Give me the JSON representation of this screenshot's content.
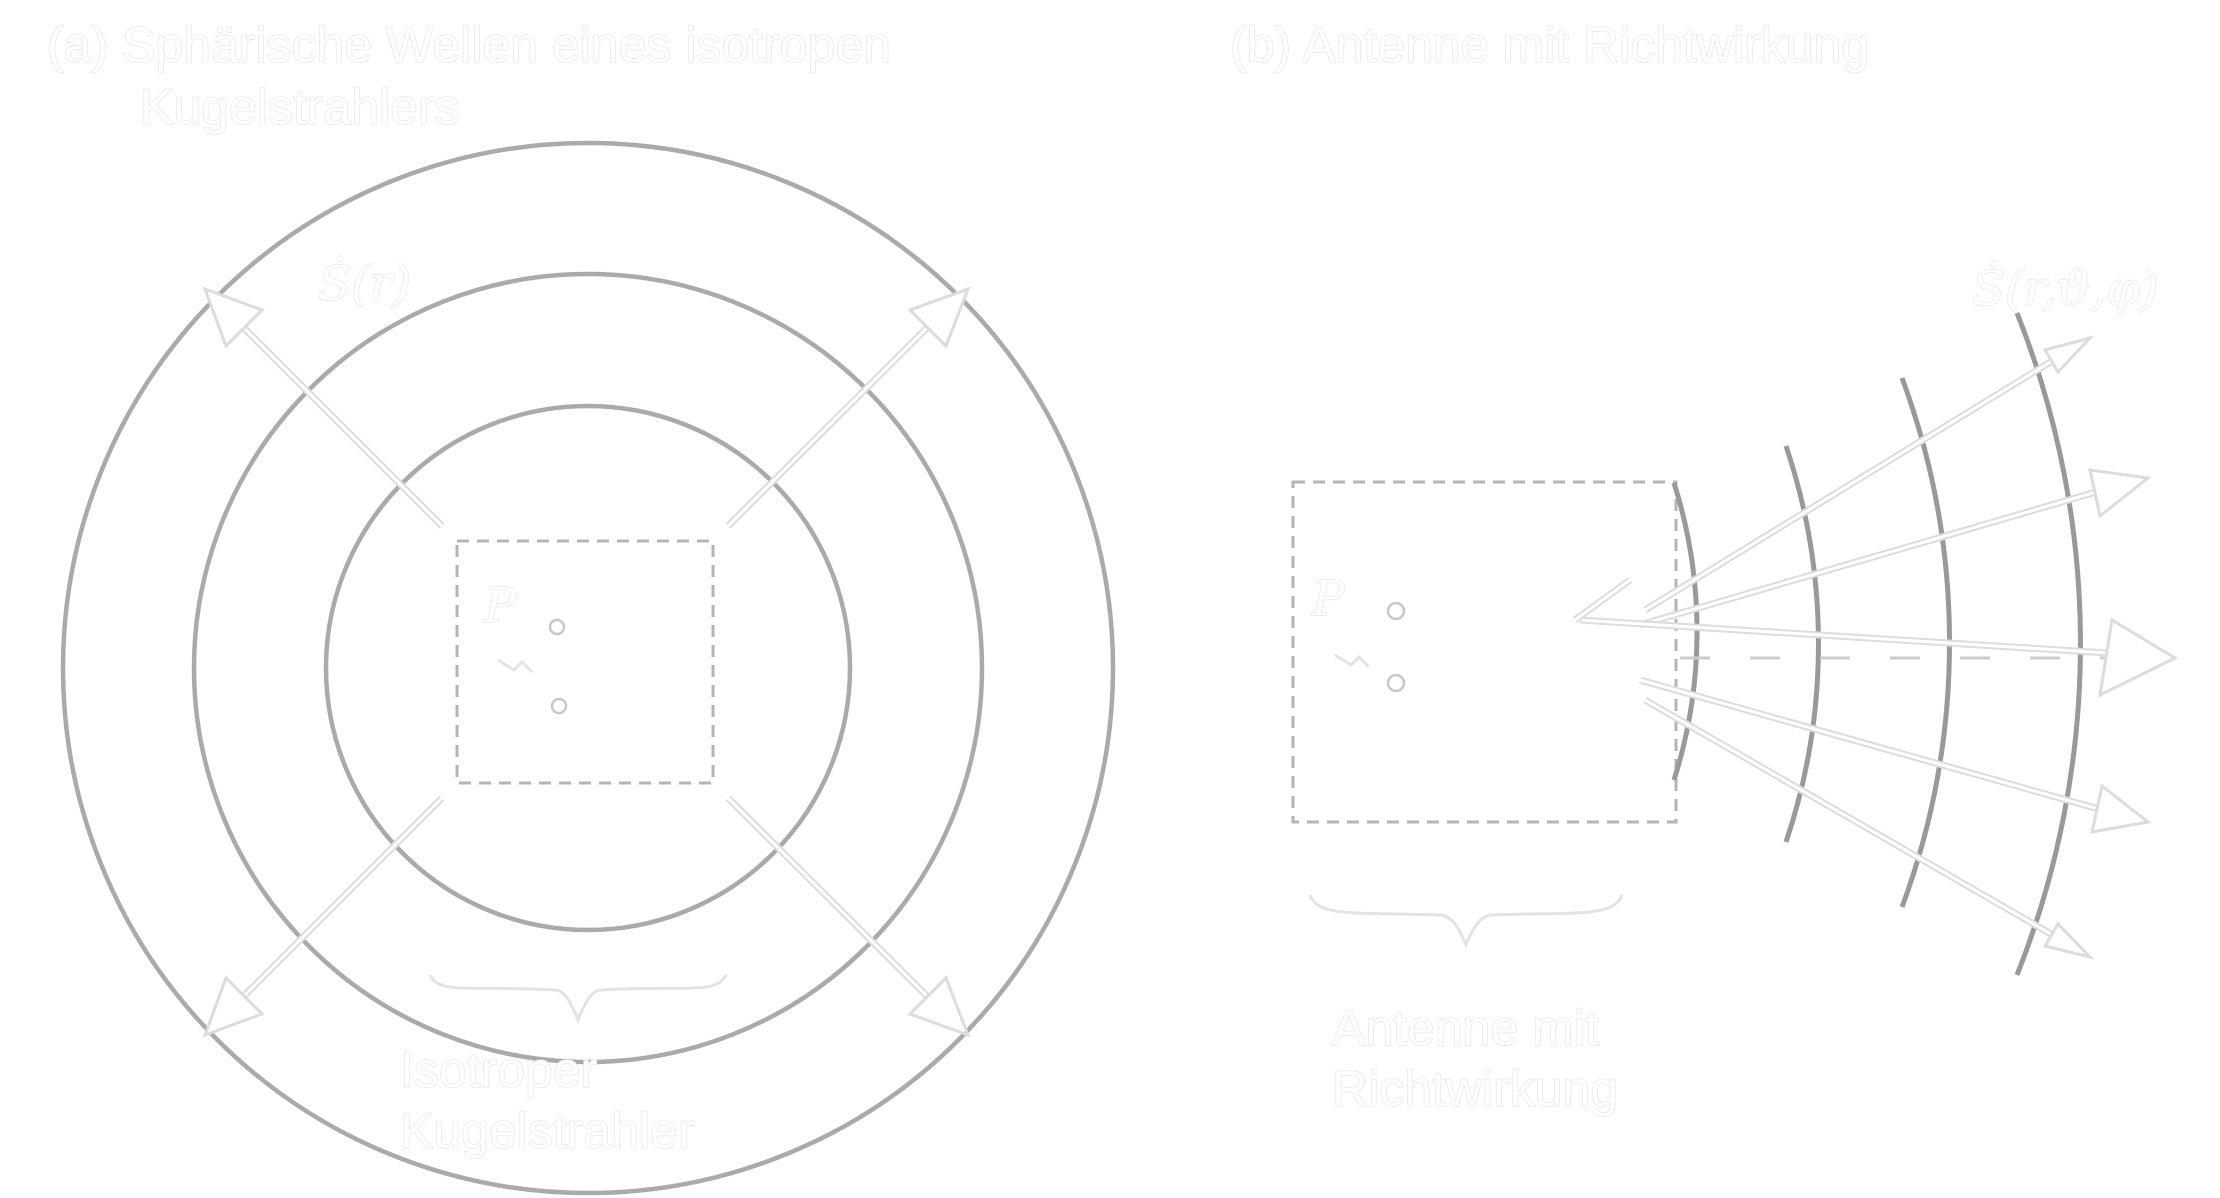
{
  "panel_a": {
    "title_line1": "(a) Sphärische Wellen eines isotropen",
    "title_line2": "Kugelstrahlers",
    "poynting_label": "Ṡ(r)",
    "source_label": "P",
    "device_line1": "Isotroper",
    "device_line2": "Kugelstrahler"
  },
  "panel_b": {
    "title": "(b) Antenne mit Richtwirkung",
    "poynting_label": "Ṡ(r,ϑ,φ)",
    "source_label": "P",
    "device_line1": "Antenne mit",
    "device_line2": "Richtwirkung"
  },
  "colors": {
    "rings": "#aaaaaa",
    "wavefronts": "#999999",
    "dashed_box": "#b4b4b4",
    "text": "#ffffff",
    "text_outline": "#e3e3e3",
    "arrows": "#dcdcdc"
  }
}
